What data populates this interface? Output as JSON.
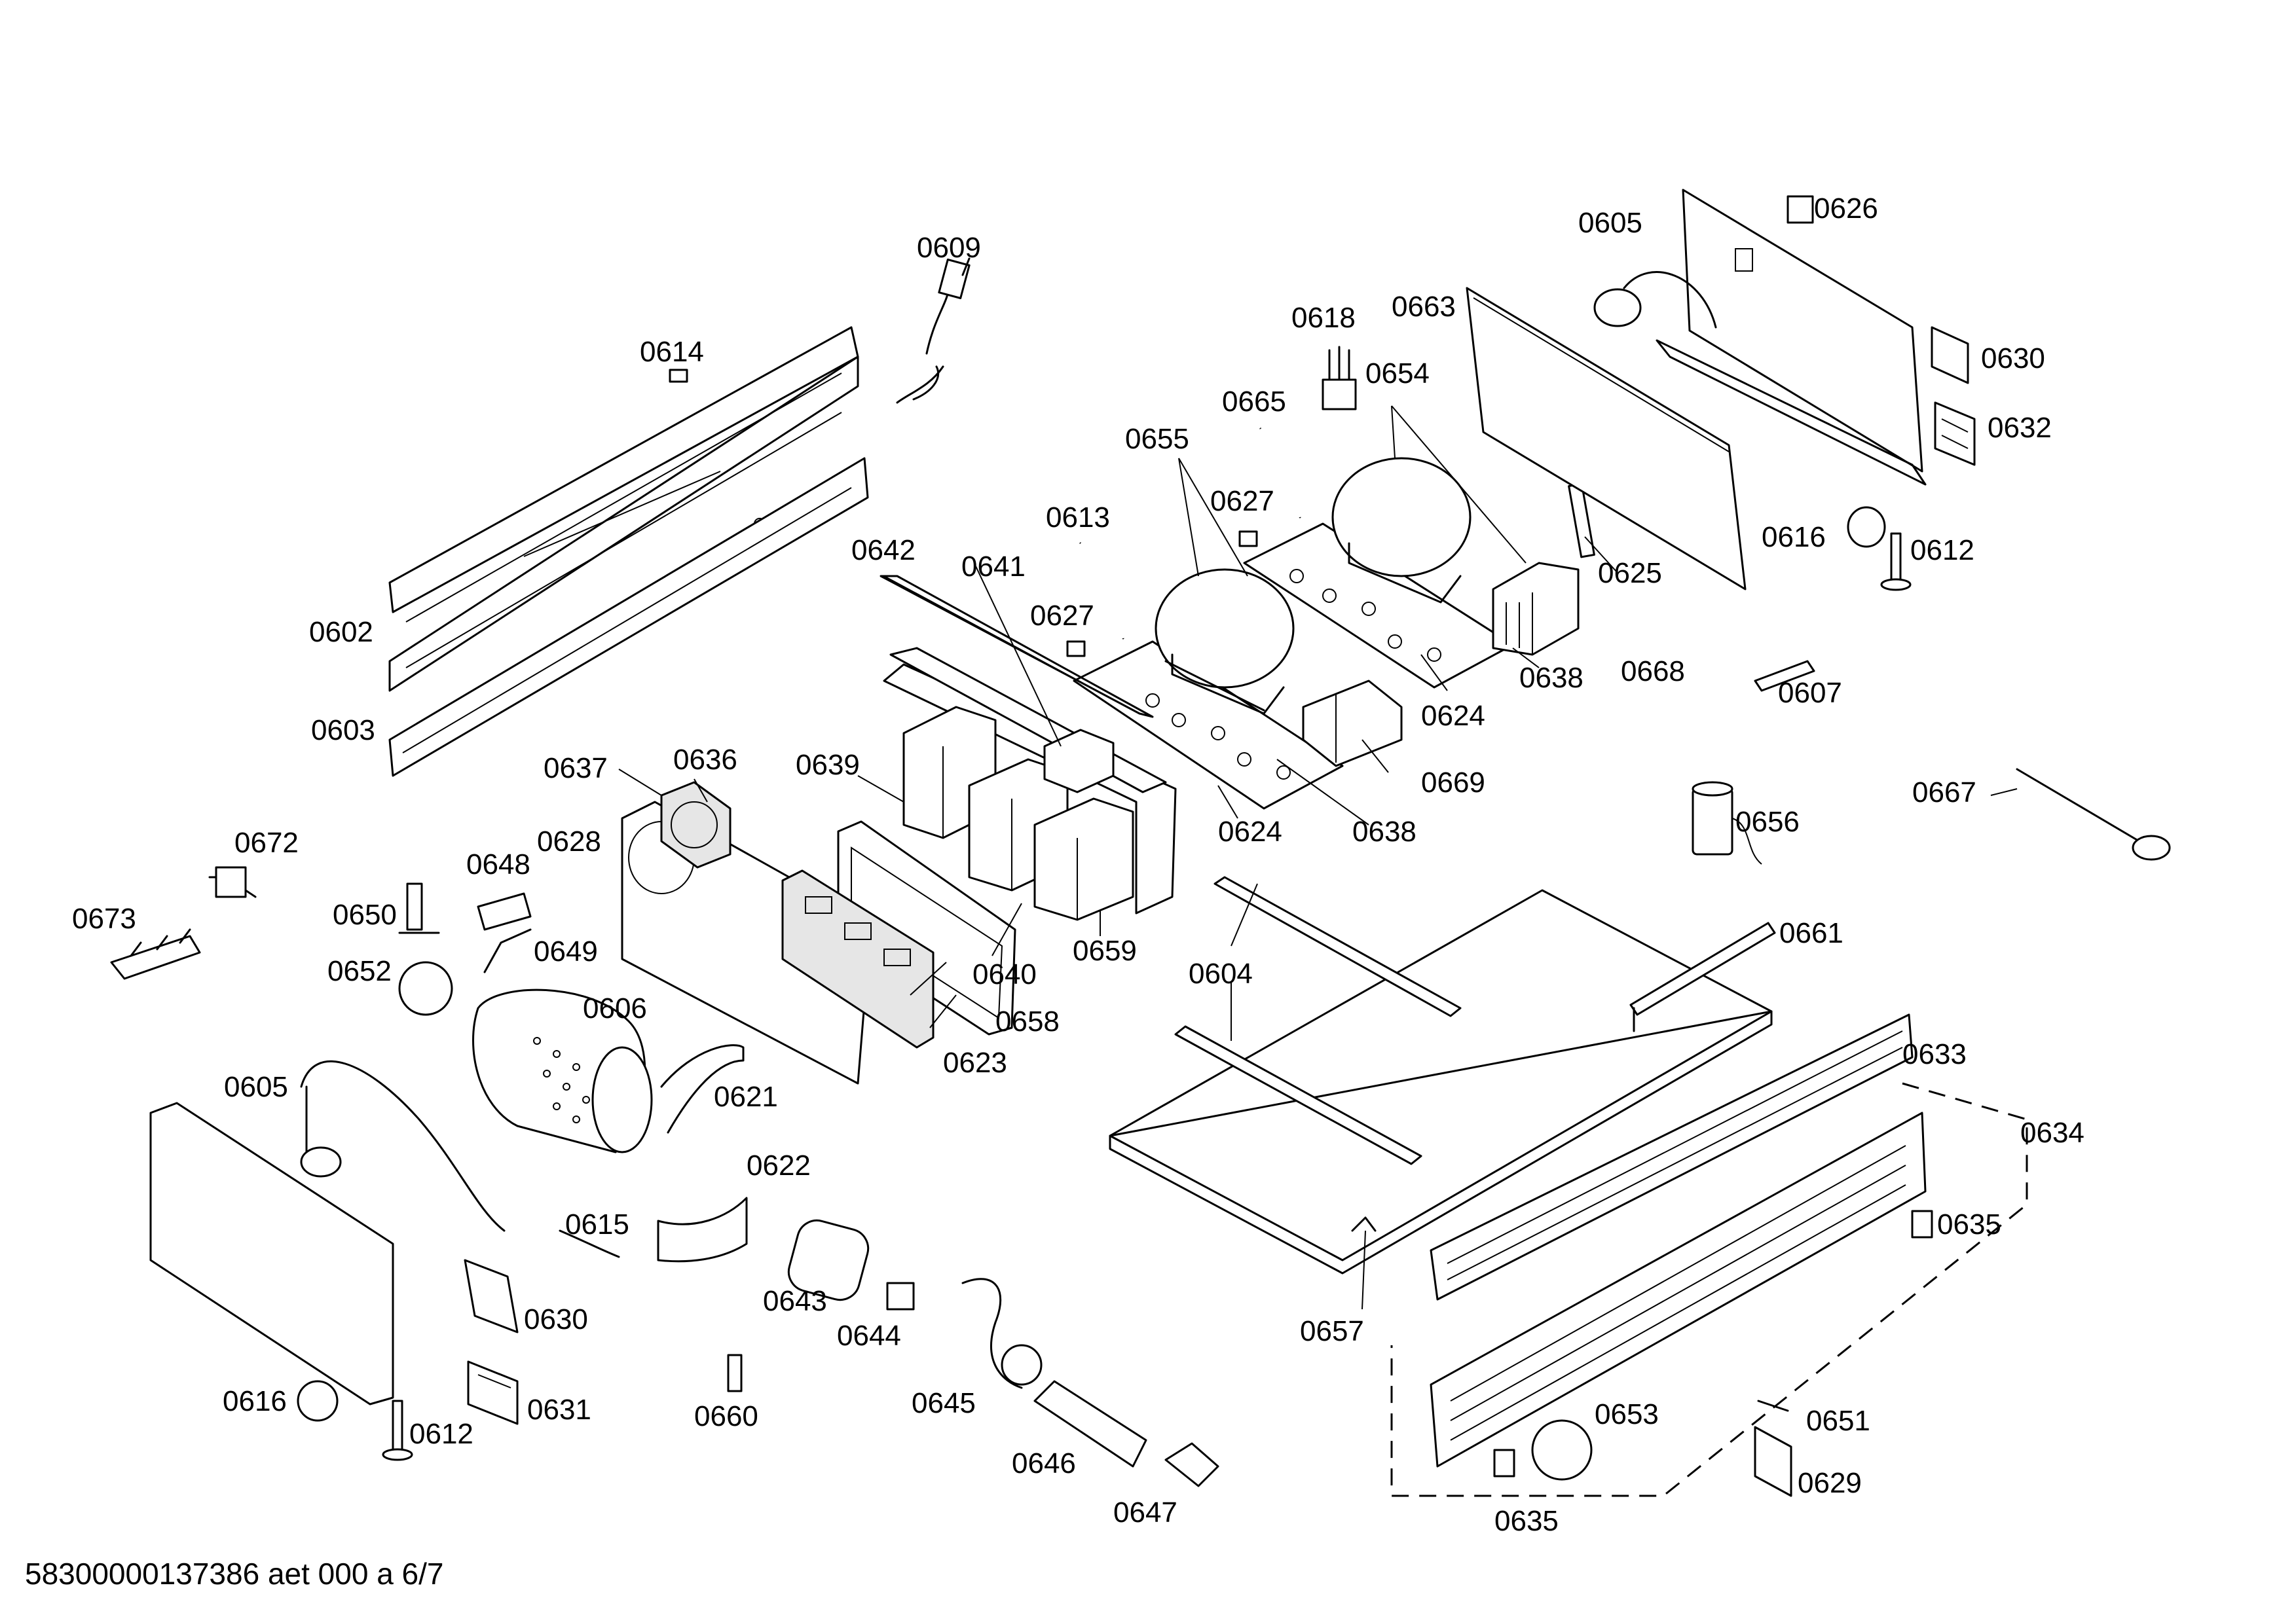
{
  "labels": {
    "l0602": "0602",
    "l0603": "0603",
    "l0605a": "0605",
    "l0605b": "0605",
    "l0606": "0606",
    "l0607": "0607",
    "l0609": "0609",
    "l0612a": "0612",
    "l0612b": "0612",
    "l0613": "0613",
    "l0614": "0614",
    "l0615": "0615",
    "l0616a": "0616",
    "l0616b": "0616",
    "l0618": "0618",
    "l0621": "0621",
    "l0622": "0622",
    "l0623": "0623",
    "l0624a": "0624",
    "l0624b": "0624",
    "l0625": "0625",
    "l0626": "0626",
    "l0627a": "0627",
    "l0627b": "0627",
    "l0628": "0628",
    "l0629": "0629",
    "l0630a": "0630",
    "l0630b": "0630",
    "l0631": "0631",
    "l0632": "0632",
    "l0633": "0633",
    "l0634": "0634",
    "l0635a": "0635",
    "l0635b": "0635",
    "l0636": "0636",
    "l0637": "0637",
    "l0638a": "0638",
    "l0638b": "0638",
    "l0639": "0639",
    "l0640": "0640",
    "l0641": "0641",
    "l0642": "0642",
    "l0643": "0643",
    "l0644": "0644",
    "l0645": "0645",
    "l0646": "0646",
    "l0647": "0647",
    "l0648": "0648",
    "l0649": "0649",
    "l0650": "0650",
    "l0651": "0651",
    "l0652": "0652",
    "l0653": "0653",
    "l0654": "0654",
    "l0655": "0655",
    "l0656": "0656",
    "l0657": "0657",
    "l0658": "0658",
    "l0659": "0659",
    "l0660": "0660",
    "l0661": "0661",
    "l0663": "0663",
    "l0665": "0665",
    "l0667": "0667",
    "l0668": "0668",
    "l0669": "0669",
    "l0672": "0672",
    "l0673": "0673",
    "l0604": "0604"
  },
  "footer": {
    "code": "58300000137386 aet 000 a 6/7"
  }
}
